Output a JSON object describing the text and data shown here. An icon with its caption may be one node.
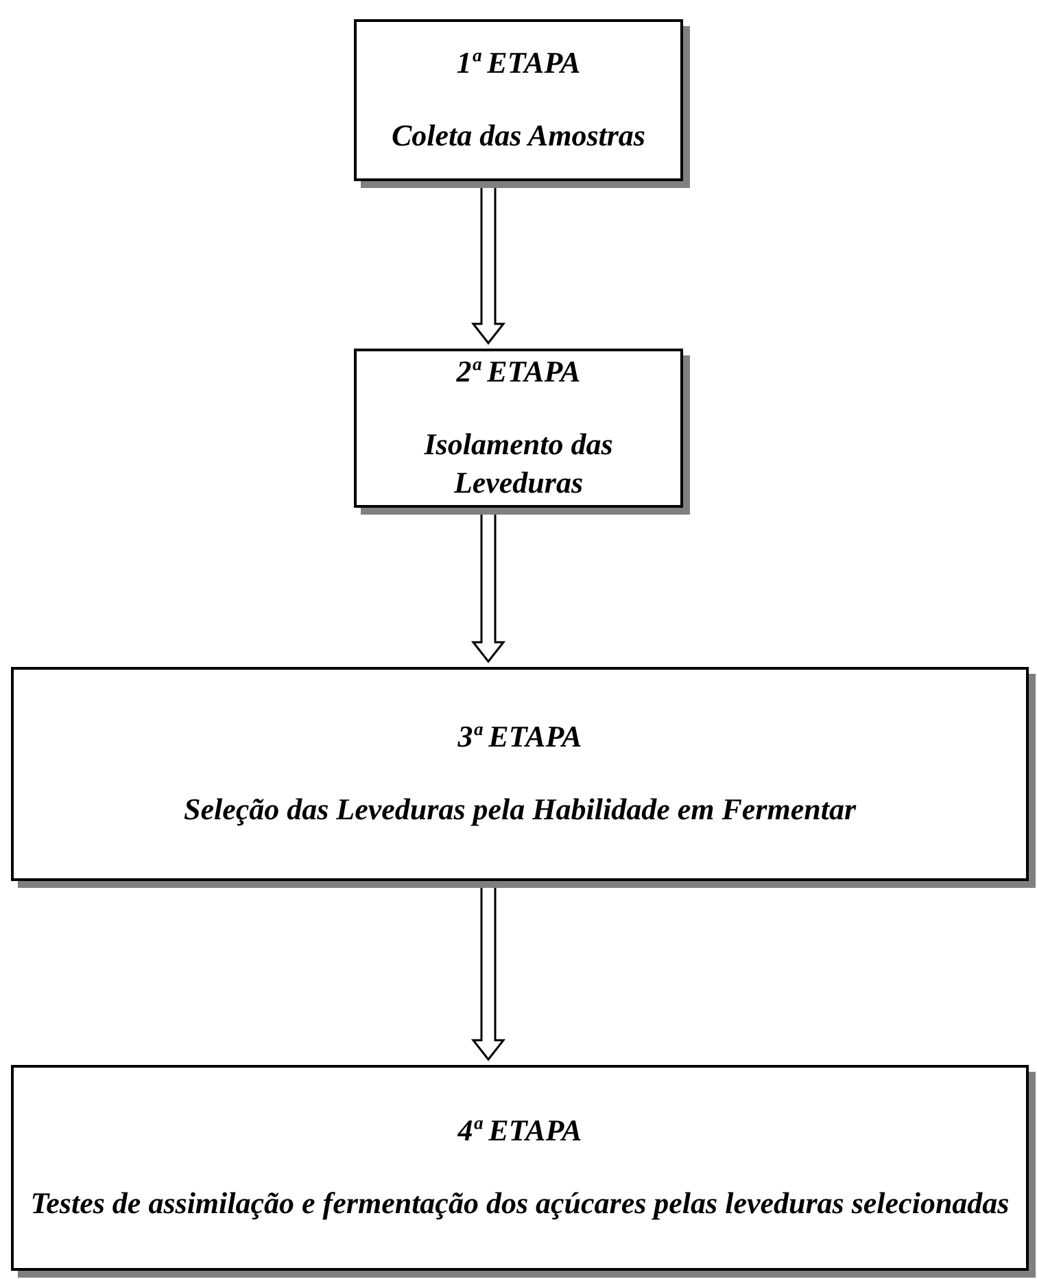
{
  "diagram": {
    "nodes": [
      {
        "text": [
          "1ª ETAPA",
          "Coleta das Amostras"
        ]
      },
      {
        "text": [
          "2ª ETAPA",
          "Isolamento das Leveduras"
        ]
      },
      {
        "text": [
          "3ª ETAPA",
          "Seleção das Leveduras pela Habilidade em Fermentar"
        ]
      },
      {
        "text": [
          "4ª ETAPA",
          "Testes de assimilação e fermentação dos açúcares pelas leveduras selecionadas"
        ]
      }
    ],
    "edges": [
      {
        "from": 0,
        "to": 1,
        "arrow": "to"
      },
      {
        "from": 1,
        "to": 2,
        "arrow": "to"
      },
      {
        "from": 2,
        "to": 3,
        "arrow": "to"
      }
    ]
  }
}
